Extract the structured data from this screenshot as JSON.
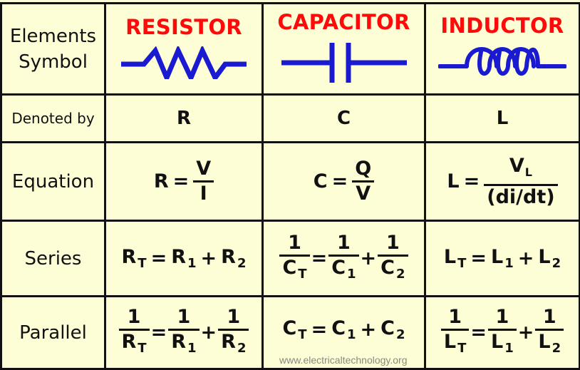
{
  "header": {
    "row_label": "Elements Symbol",
    "row_label_line1": "Elements",
    "row_label_line2": "Symbol",
    "columns": [
      {
        "title": "RESISTOR",
        "symbol_icon": "resistor-symbol-icon"
      },
      {
        "title": "CAPACITOR",
        "symbol_icon": "capacitor-symbol-icon"
      },
      {
        "title": "INDUCTOR",
        "symbol_icon": "inductor-symbol-icon"
      }
    ]
  },
  "rows": {
    "denoted": {
      "label": "Denoted by",
      "values": [
        "R",
        "C",
        "L"
      ]
    },
    "equation": {
      "label": "Equation",
      "resistor": {
        "lhs": "R",
        "op": "=",
        "num": "V",
        "den": "I"
      },
      "capacitor": {
        "lhs": "C",
        "op": "=",
        "num": "Q",
        "den": "V"
      },
      "inductor": {
        "lhs": "L",
        "op": "=",
        "num": "V",
        "num_sub": "L",
        "den": "(di/dt)"
      }
    },
    "series": {
      "label": "Series",
      "resistor": {
        "t": "R",
        "t_sub": "T",
        "a": "R",
        "a_sub": "1",
        "b": "R",
        "b_sub": "2",
        "eq": "=",
        "plus": "+"
      },
      "capacitor": {
        "one": "1",
        "t": "C",
        "t_sub": "T",
        "a": "C",
        "a_sub": "1",
        "b": "C",
        "b_sub": "2",
        "eq": "=",
        "plus": "+"
      },
      "inductor": {
        "t": "L",
        "t_sub": "T",
        "a": "L",
        "a_sub": "1",
        "b": "L",
        "b_sub": "2",
        "eq": "=",
        "plus": "+"
      }
    },
    "parallel": {
      "label": "Parallel",
      "resistor": {
        "one": "1",
        "t": "R",
        "t_sub": "T",
        "a": "R",
        "a_sub": "1",
        "b": "R",
        "b_sub": "2",
        "eq": "=",
        "plus": "+"
      },
      "capacitor": {
        "t": "C",
        "t_sub": "T",
        "a": "C",
        "a_sub": "1",
        "b": "C",
        "b_sub": "2",
        "eq": "=",
        "plus": "+"
      },
      "inductor": {
        "one": "1",
        "t": "L",
        "t_sub": "T",
        "a": "L",
        "a_sub": "1",
        "b": "L",
        "b_sub": "2",
        "eq": "=",
        "plus": "+"
      }
    }
  },
  "colors": {
    "background": "#fdfdd6",
    "title_red": "#ff0a0a",
    "symbol_blue": "#1a1ad0",
    "grid": "#111111"
  },
  "watermark": "www.electricaltechnology.org"
}
